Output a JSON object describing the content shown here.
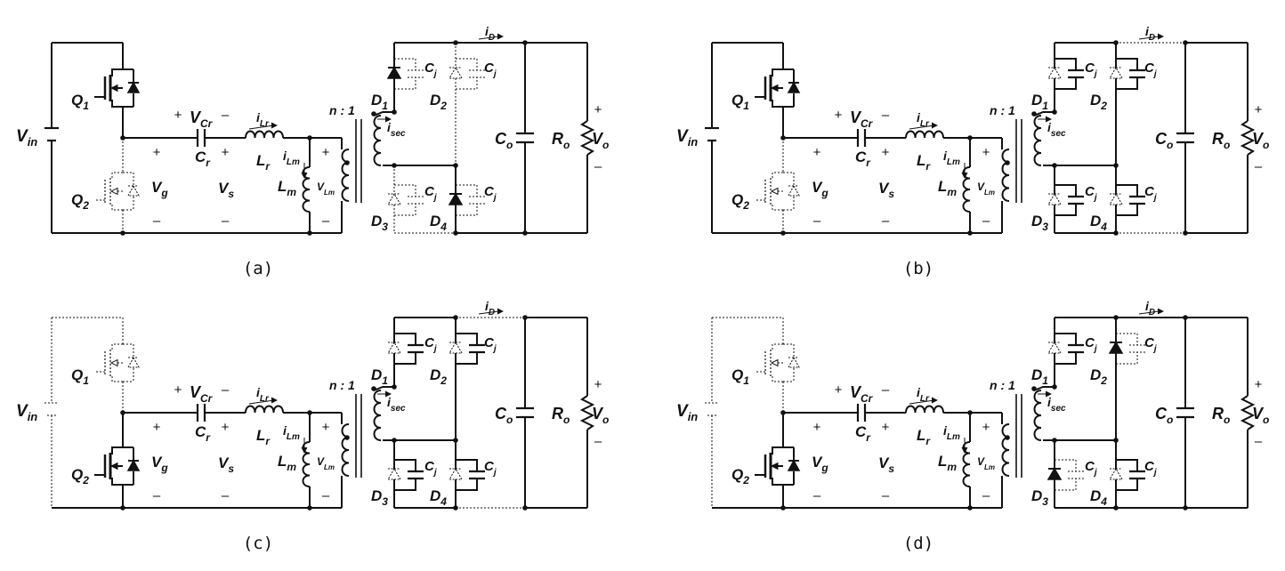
{
  "panels": [
    {
      "caption": "(a)",
      "state": {
        "q1": true,
        "q2": false,
        "d1": true,
        "d2": false,
        "d3": false,
        "d4": true,
        "caps": false,
        "vin": true,
        "outTop": true
      }
    },
    {
      "caption": "(b)",
      "state": {
        "q1": true,
        "q2": false,
        "d1": false,
        "d2": false,
        "d3": false,
        "d4": false,
        "caps": true,
        "vin": true,
        "outTop": false
      }
    },
    {
      "caption": "(c)",
      "state": {
        "q1": false,
        "q2": true,
        "d1": false,
        "d2": false,
        "d3": false,
        "d4": false,
        "caps": true,
        "vin": false,
        "outTop": false
      }
    },
    {
      "caption": "(d)",
      "state": {
        "q1": false,
        "q2": true,
        "d1": false,
        "d2": true,
        "d3": true,
        "d4": false,
        "caps": true,
        "vin": false,
        "outTop": true
      }
    }
  ],
  "labels": {
    "Vin": [
      "V",
      "in"
    ],
    "Q1": [
      "Q",
      "1"
    ],
    "Q2": [
      "Q",
      "2"
    ],
    "Vg": [
      "V",
      "g"
    ],
    "Vs": [
      "V",
      "s"
    ],
    "VCr": [
      "V",
      "Cr"
    ],
    "Cr": [
      "C",
      "r"
    ],
    "Lr": [
      "L",
      "r"
    ],
    "iLr": [
      "i",
      "Lr"
    ],
    "iLm": [
      "i",
      "Lm"
    ],
    "Lm": [
      "L",
      "m"
    ],
    "VLm": [
      "V",
      "Lm"
    ],
    "isec": [
      "i",
      "sec"
    ],
    "iD": [
      "i",
      "D"
    ],
    "ratio": "n : 1",
    "D1": [
      "D",
      "1"
    ],
    "D2": [
      "D",
      "2"
    ],
    "D3": [
      "D",
      "3"
    ],
    "D4": [
      "D",
      "4"
    ],
    "Cj": [
      "C",
      "j"
    ],
    "Co": [
      "C",
      "o"
    ],
    "Ro": [
      "R",
      "o"
    ],
    "Vo": [
      "V",
      "o"
    ],
    "plus": "+",
    "minus": "–"
  },
  "colors": {
    "wire": "#111111",
    "inactive": "#111111",
    "background": "#ffffff"
  }
}
